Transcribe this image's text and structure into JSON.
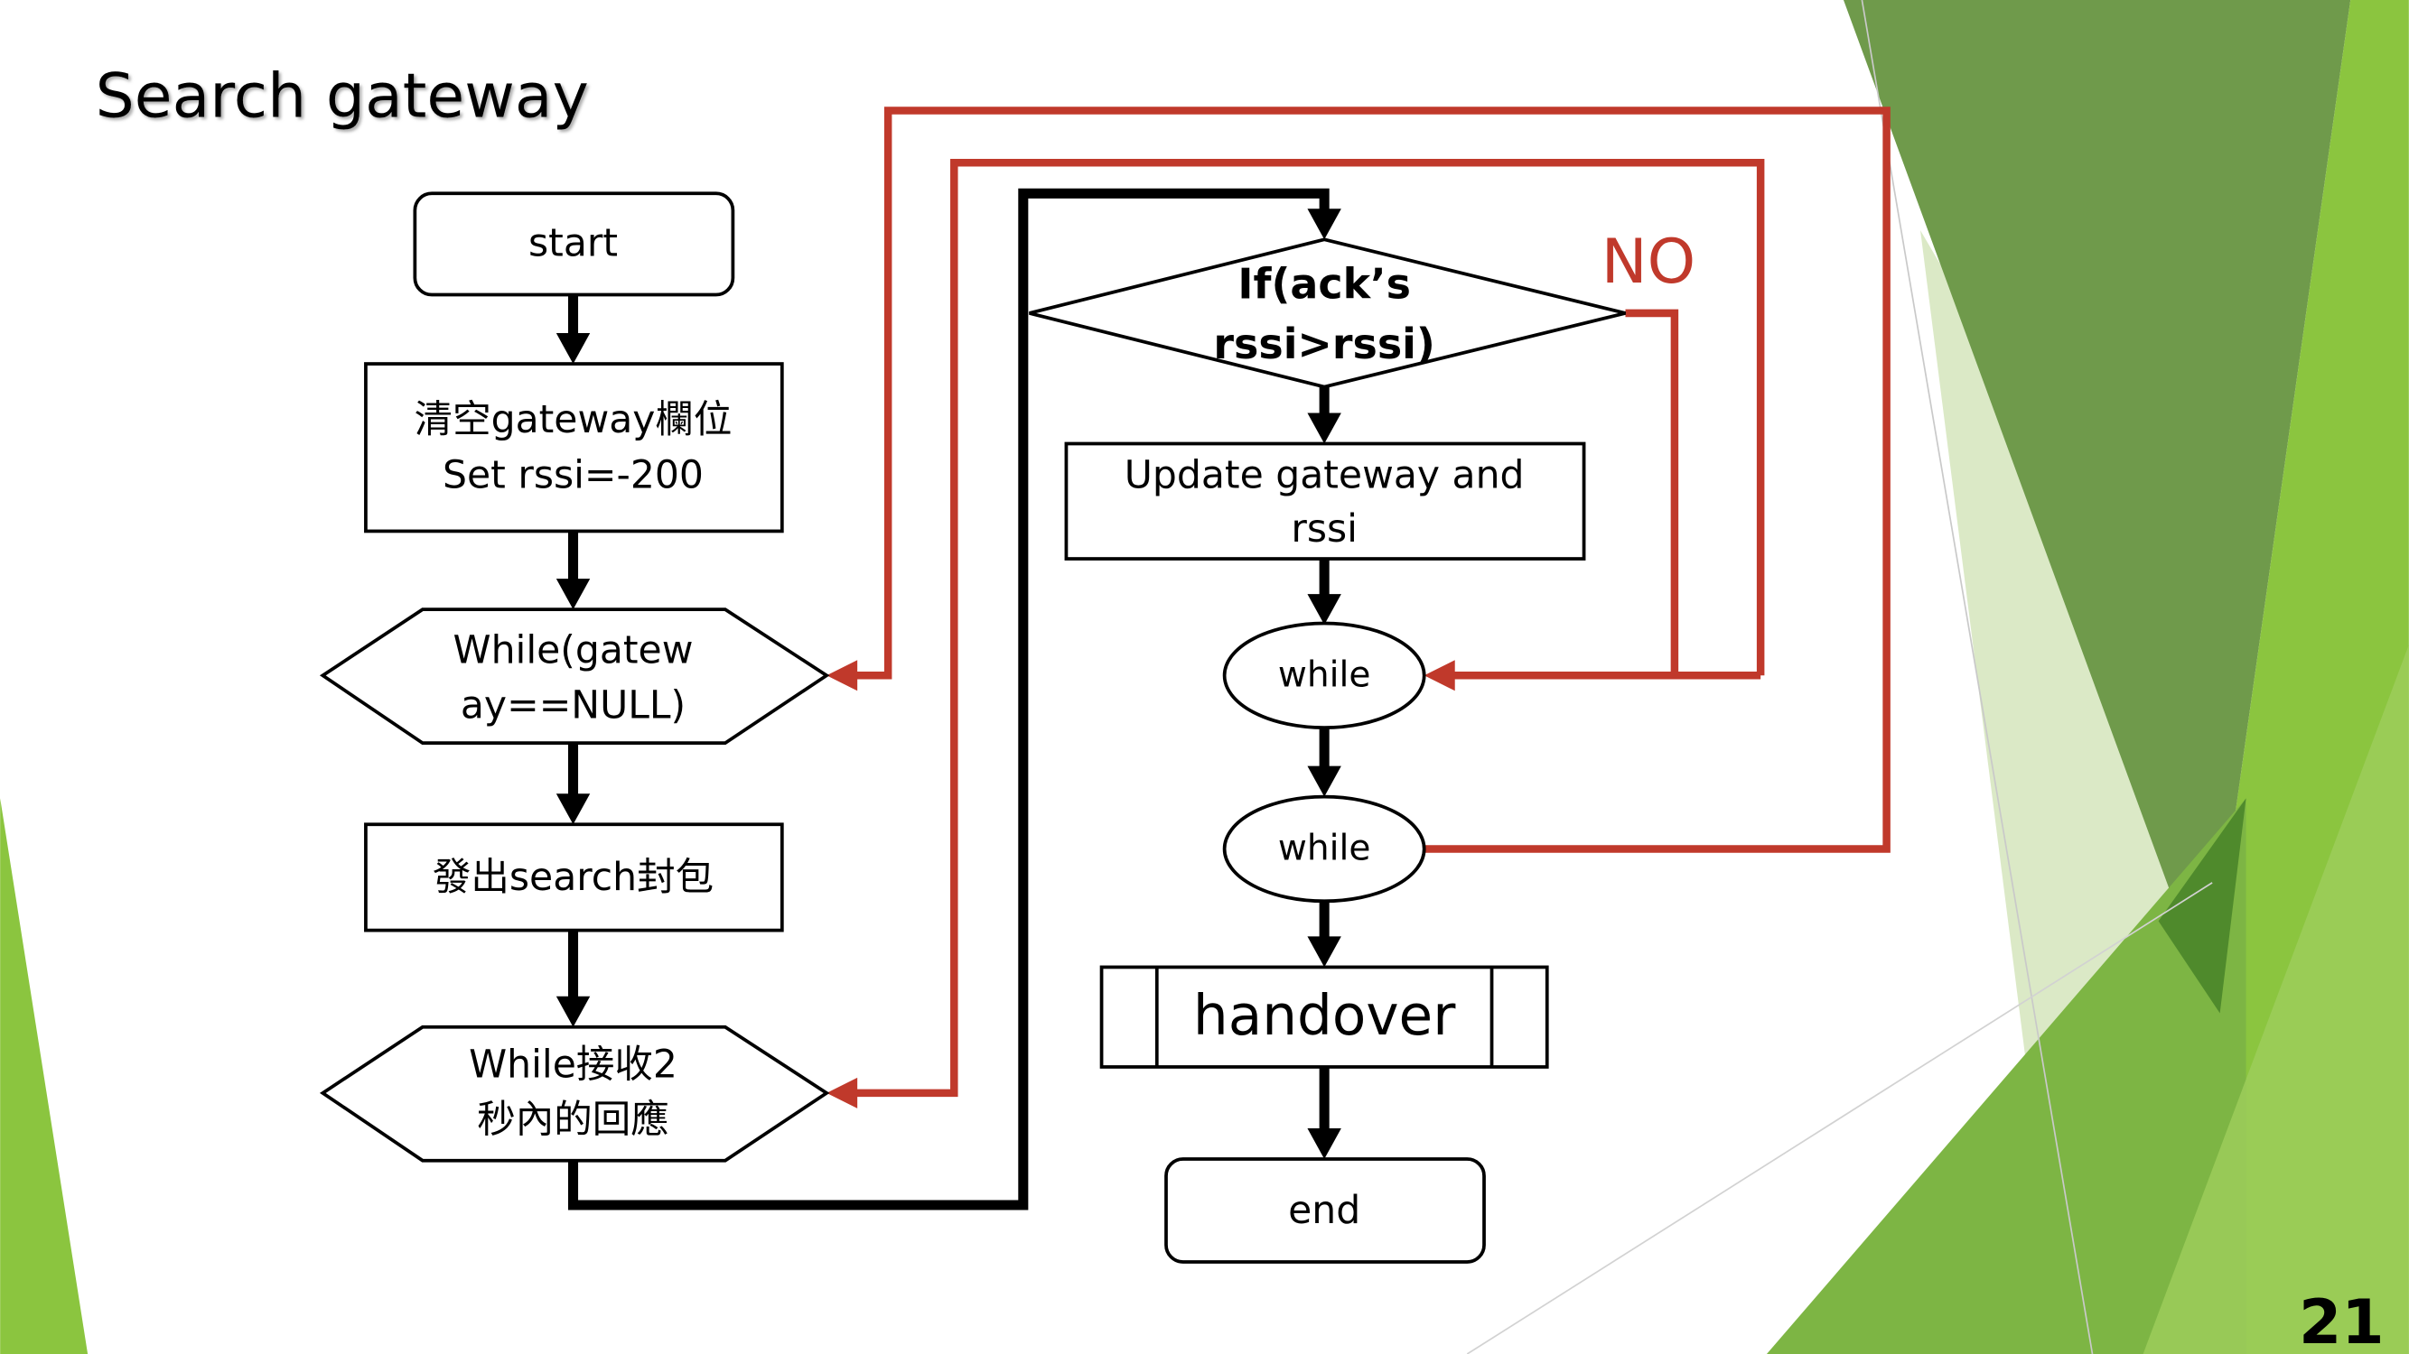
{
  "slide": {
    "title": "Search gateway",
    "page_number": "21"
  },
  "flowchart": {
    "start": "start",
    "clear_line1": "清空gateway欄位",
    "clear_line2": "Set rssi=-200",
    "while_gateway_line1": "While(gatew",
    "while_gateway_line2": "ay==NULL)",
    "send_search": "發出search封包",
    "while_receive_line1": "While接收2",
    "while_receive_line2": "秒內的回應",
    "if_line1": "If(ack’s",
    "if_line2": "rssi>rssi)",
    "no_label": "NO",
    "update_line1": "Update gateway and",
    "update_line2": "rssi",
    "while_inner": "while",
    "while_outer": "while",
    "handover": "handover",
    "end": "end"
  },
  "colors": {
    "loop_arrow_red": "#c0392b",
    "flow_arrow_black": "#000000",
    "accent_green_dark": "#6f9a4b",
    "accent_green_bright": "#8bc53f",
    "accent_green_mid": "#7db544",
    "accent_green_pale": "#dbe9c6"
  }
}
